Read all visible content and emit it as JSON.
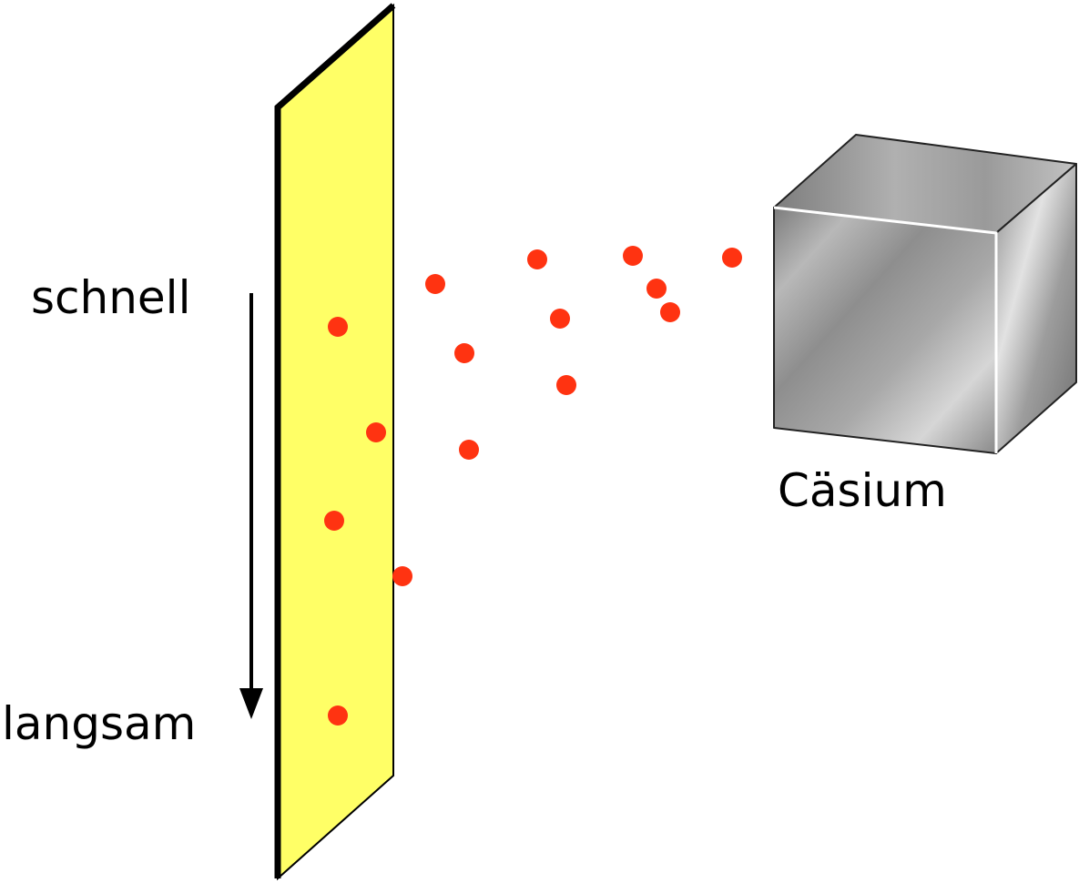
{
  "labels": {
    "fast": "schnell",
    "slow": "langsam",
    "source": "Cäsium"
  },
  "colors": {
    "plate_fill": "#ffff66",
    "plate_edge": "#000000",
    "atom": "#ff3311",
    "arrow": "#000000",
    "cube_face": "#9a9a9a",
    "cube_edge": "#222222"
  },
  "icons": {
    "plate": "detector-plate",
    "arrow": "down-arrow",
    "atoms": "caesium-atoms",
    "cube": "caesium-cube"
  }
}
